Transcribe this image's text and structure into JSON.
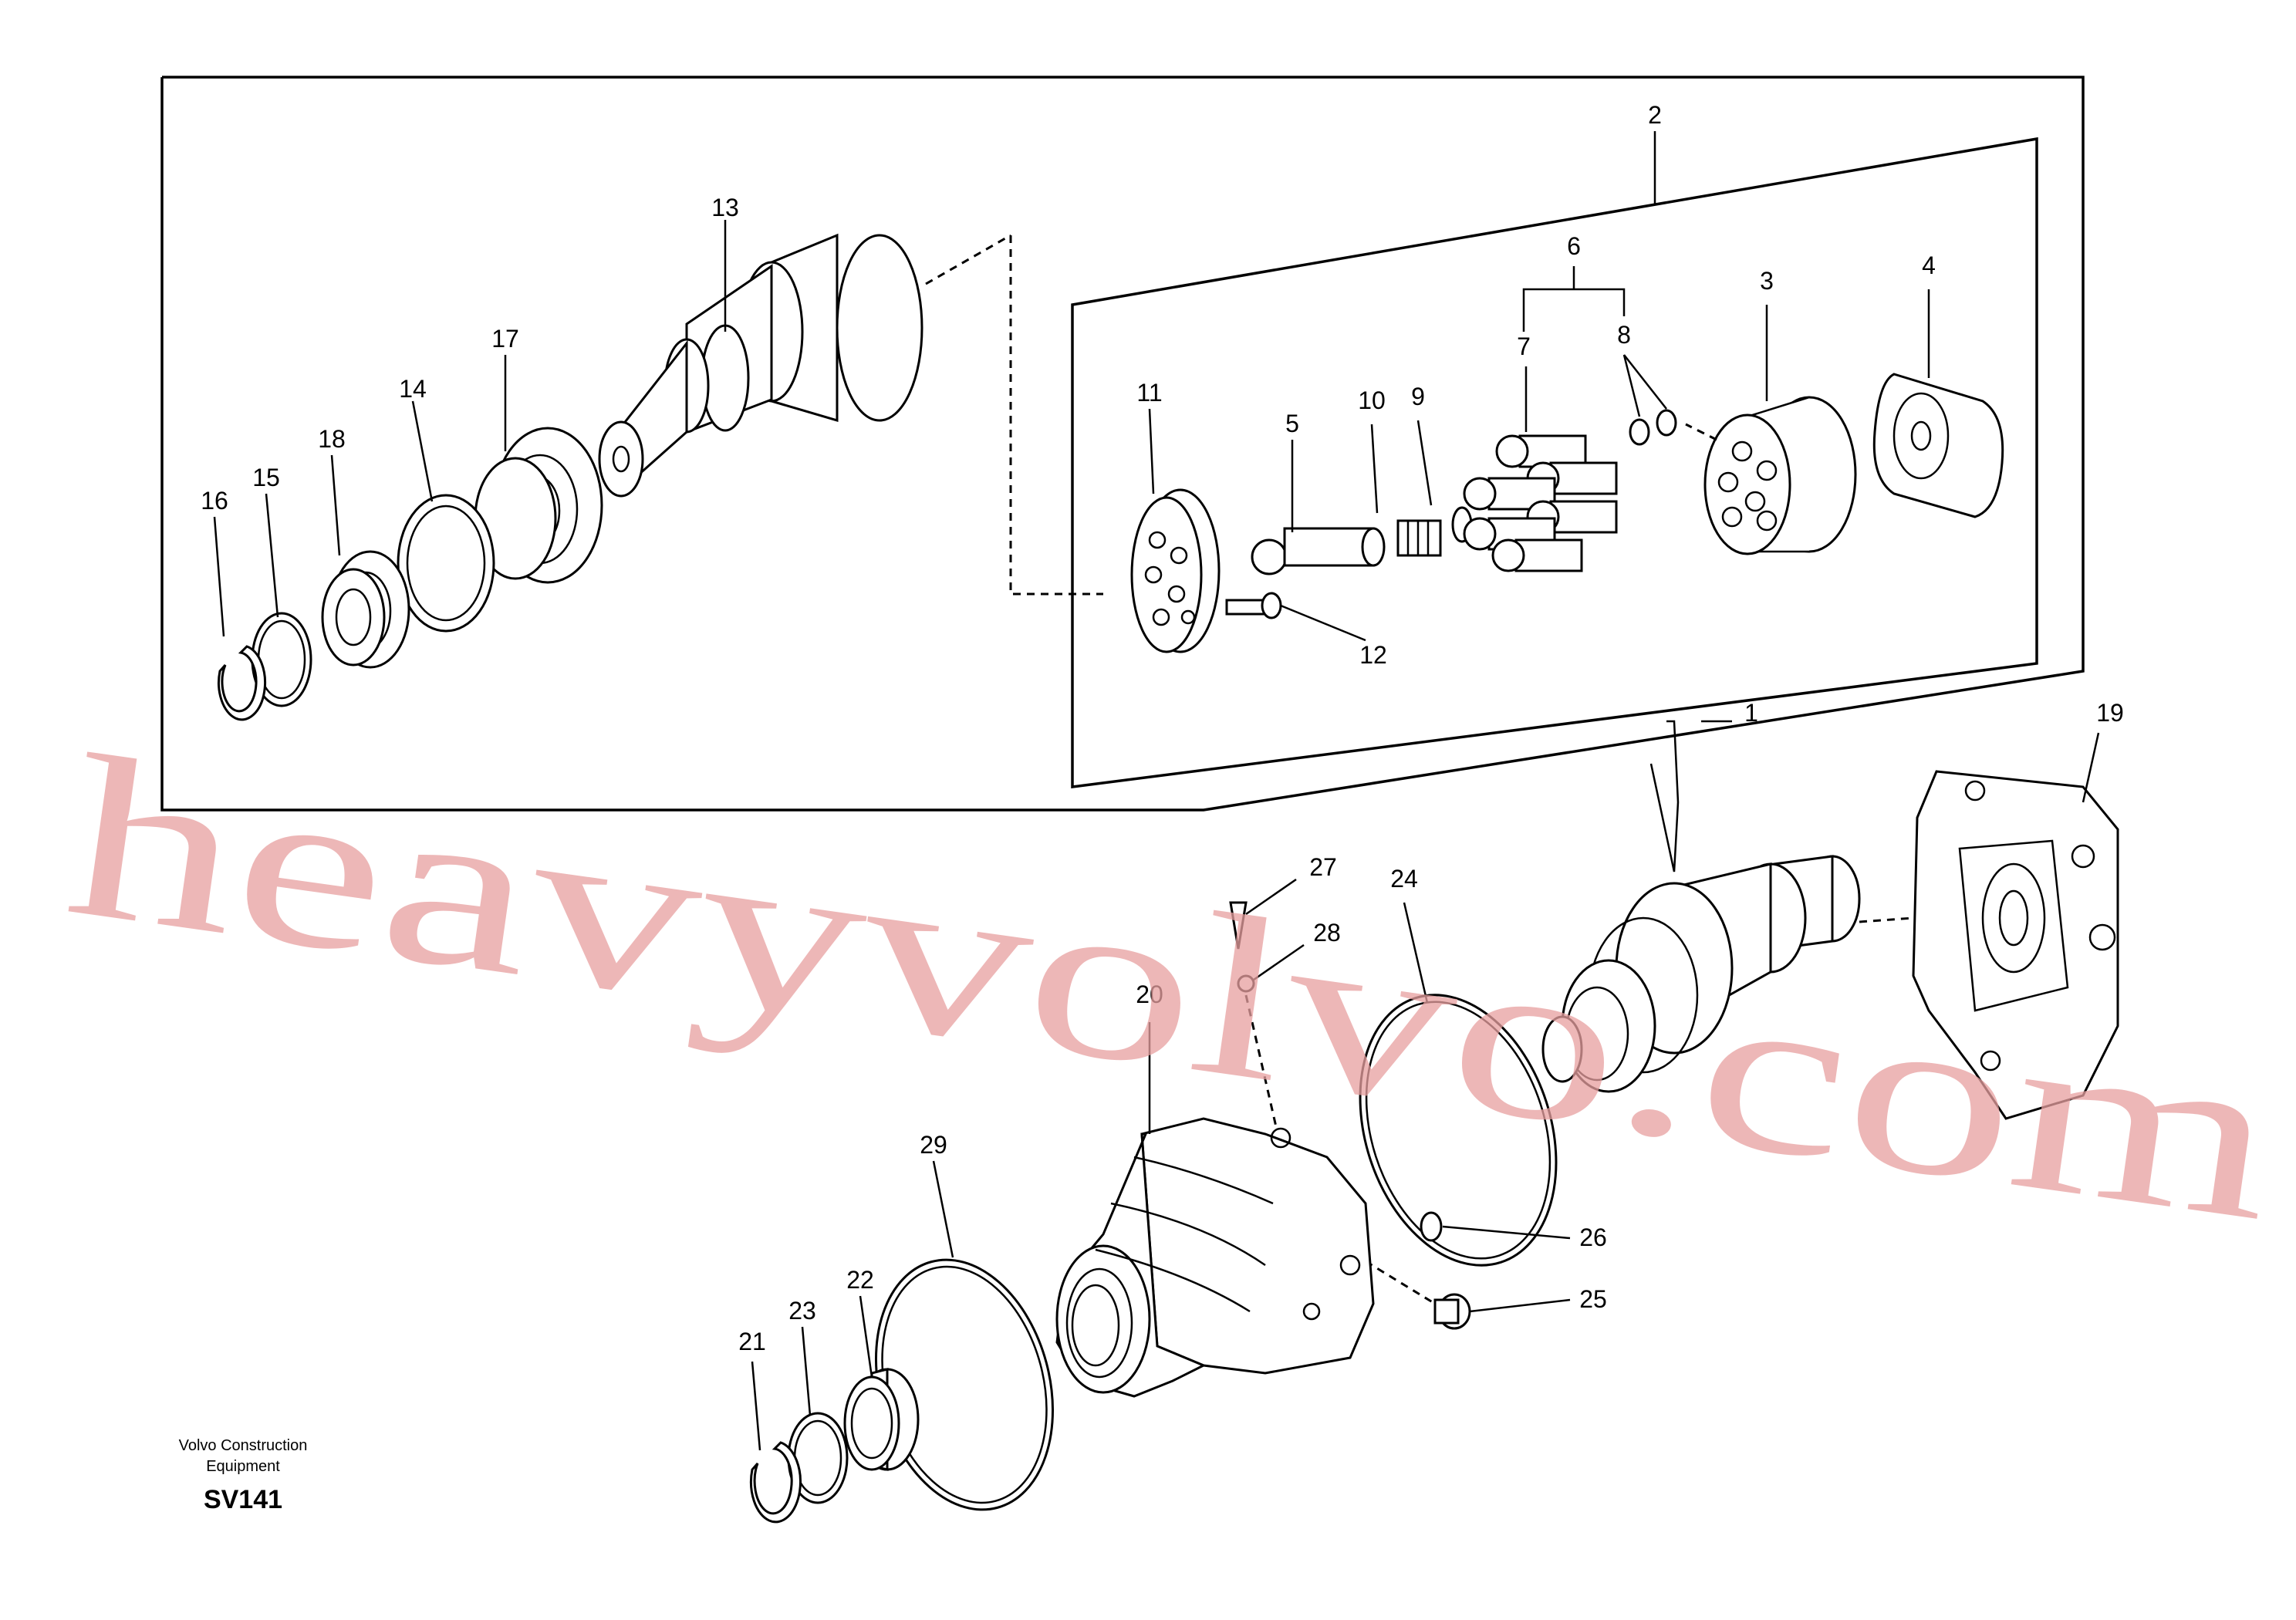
{
  "diagram": {
    "part_numbers": [
      "1",
      "2",
      "3",
      "4",
      "5",
      "6",
      "7",
      "8",
      "9",
      "10",
      "11",
      "12",
      "13",
      "14",
      "15",
      "16",
      "17",
      "18",
      "19",
      "20",
      "21",
      "22",
      "23",
      "24",
      "25",
      "26",
      "27",
      "28",
      "29"
    ]
  },
  "footer": {
    "company_line1": "Volvo Construction",
    "company_line2": "Equipment",
    "code": "SV141"
  },
  "watermark": "heavyvolvo.com"
}
